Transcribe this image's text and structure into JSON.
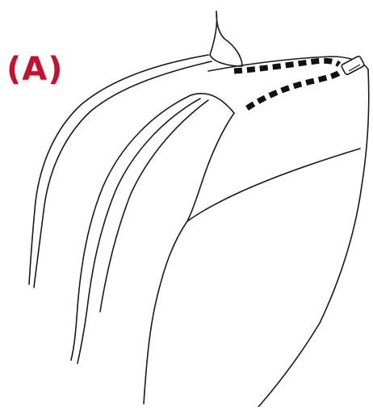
{
  "figure": {
    "panel_label": "(A)",
    "label_color": "#c8102e",
    "line_color": "#1a1a1a",
    "suture_color": "#111111",
    "suture_style": "dashed",
    "suture_count": 2,
    "has_tube_marker": true
  }
}
